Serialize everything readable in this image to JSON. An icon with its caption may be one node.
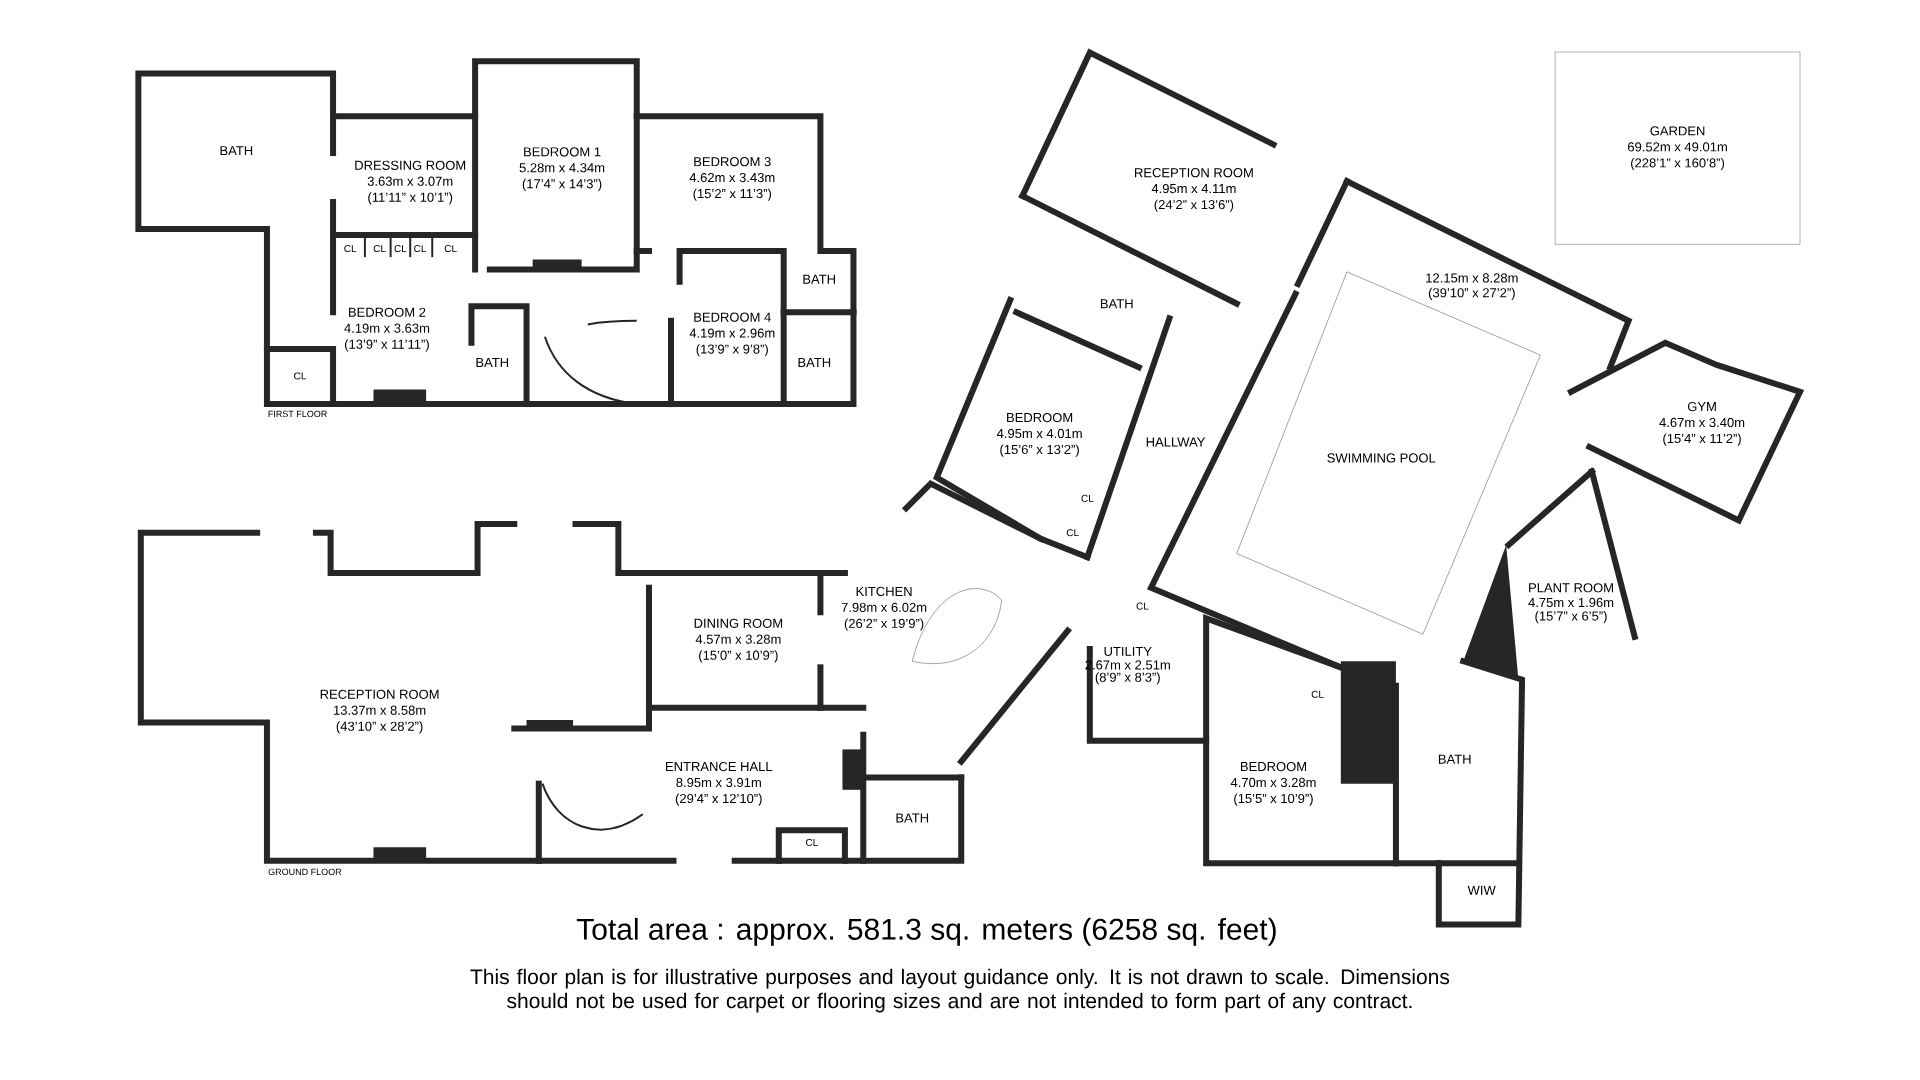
{
  "diagram": {
    "title": "Total area : approx. 581.3 sq. meters (6258 sq. feet)",
    "caption": "This floor plan is for illustrative purposes and layout guidance only. It is not drawn to scale. Dimensions should not be used for carpet or flooring sizes and are not intended to form part of any contract.",
    "nodes": [
      {
        "text": [
          "GARDEN",
          "69.52m x 49.01m",
          "(228’1” x 160’8”)"
        ]
      }
    ],
    "labels": [
      "BATH",
      "DRESSING ROOM",
      "3.63m x 3.07m",
      "(11’11” x 10’1”)",
      "BEDROOM 1",
      "5.28m x 4.34m",
      "(17’4” x 14’3”)",
      "BEDROOM 3",
      "4.62m x 3.43m",
      "(15’2” x 11’3”)",
      "RECEPTION ROOM",
      "4.95m x 4.11m",
      "(24’2” x 13’6”)",
      "CL",
      "CL",
      "CL",
      "CL",
      "CL",
      "BATH",
      "12.15m x 8.28m",
      "(39’10” x 27’2”)",
      "BATH",
      "BEDROOM 2",
      "4.19m x 3.63m",
      "(13’9” x 11’11”)",
      "BEDROOM 4",
      "4.19m x 2.96m",
      "(13’9” x 9’8”)",
      "BATH",
      "BATH",
      "CL",
      "FIRST FLOOR",
      "GYM",
      "4.67m x 3.40m",
      "(15’4” x 11’2”)",
      "BEDROOM",
      "4.95m x 4.01m",
      "(15’6” x 13’2”)",
      "HALLWAY",
      "SWIMMING POOL",
      "CL",
      "CL",
      "KITCHEN",
      "7.98m x 6.02m",
      "(26’2” x 19’9”)",
      "PLANT ROOM",
      "4.75m x 1.96m",
      "(15’7” x 6’5”)",
      "CL",
      "DINING ROOM",
      "4.57m x 3.28m",
      "(15’0” x 10’9”)",
      "UTILITY",
      "2.67m x 2.51m",
      "(8’9” x 8’3”)",
      "RECEPTION ROOM",
      "13.37m x 8.58m",
      "(43’10” x 28’2”)",
      "CL",
      "BATH",
      "ENTRANCE HALL",
      "8.95m x 3.91m",
      "(29’4” x 12’10”)",
      "BEDROOM",
      "4.70m x 3.28m",
      "(15’5” x 10’9”)",
      "BATH",
      "CL",
      "GROUND FLOOR",
      "WIW"
    ]
  }
}
